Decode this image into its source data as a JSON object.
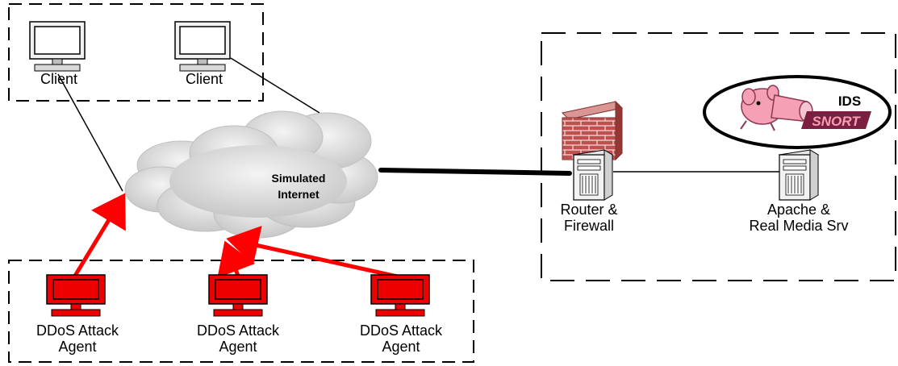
{
  "clients": [
    {
      "label": "Client"
    },
    {
      "label": "Client"
    }
  ],
  "cloud": {
    "line1": "Simulated",
    "line2": "Internet"
  },
  "agents": [
    {
      "line1": "DDoS Attack",
      "line2": "Agent"
    },
    {
      "line1": "DDoS Attack",
      "line2": "Agent"
    },
    {
      "line1": "DDoS Attack",
      "line2": "Agent"
    }
  ],
  "router": {
    "line1": "Router &",
    "line2": "Firewall"
  },
  "server": {
    "line1": "Apache &",
    "line2": "Real Media Srv"
  },
  "ids": {
    "label": "IDS",
    "logo_text": "SNORT"
  },
  "colors": {
    "attack": "#ff0000",
    "agent_monitor": "#ee0000",
    "cloud": "#d9d9d9",
    "firewall_brick": "#c0504d"
  }
}
